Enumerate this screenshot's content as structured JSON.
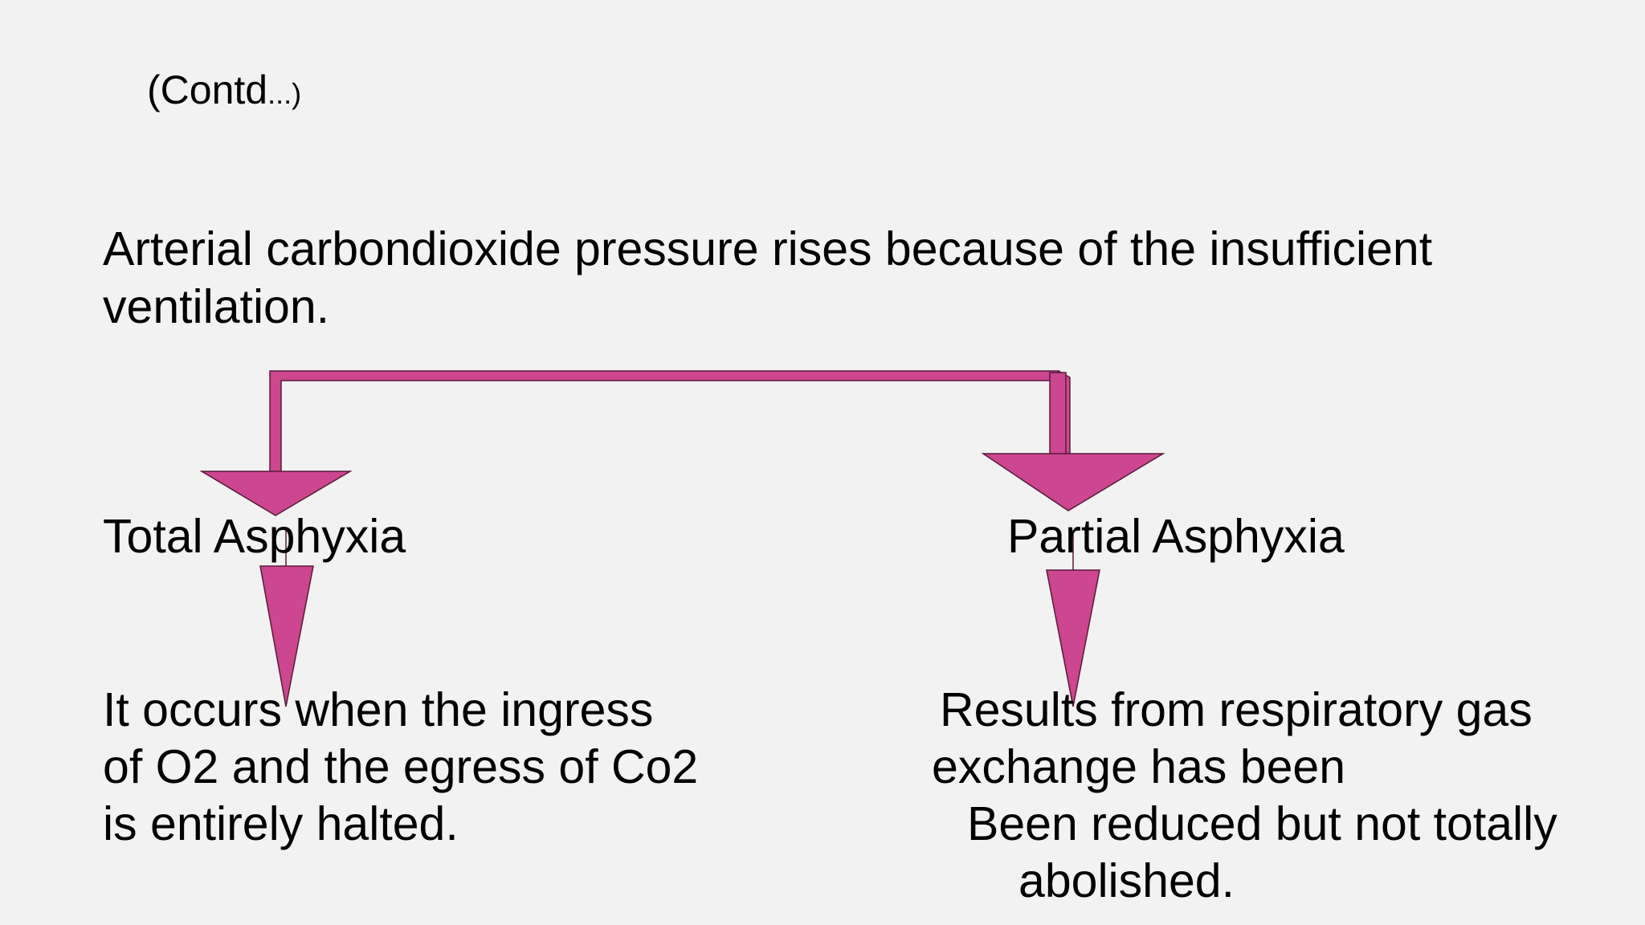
{
  "slide": {
    "contd_main": "(Contd",
    "contd_small": "...)",
    "statement_line1": "Arterial carbondioxide pressure rises because of the insufficient",
    "statement_line2": "ventilation.",
    "total": {
      "title": "Total Asphyxia",
      "desc_line1": "It occurs when the ingress",
      "desc_line2": "of O2 and the egress of Co2",
      "desc_line3": "is entirely halted."
    },
    "partial": {
      "title": "Partial Asphyxia",
      "desc_line1": "Results from respiratory gas",
      "desc_line2": "exchange has been",
      "desc_line3": "Been reduced but not totally",
      "desc_line4": "abolished."
    }
  },
  "colors": {
    "background": "#f1f2f1",
    "arrow_fill": "#cc4690",
    "arrow_stroke": "#5a1a3c"
  }
}
